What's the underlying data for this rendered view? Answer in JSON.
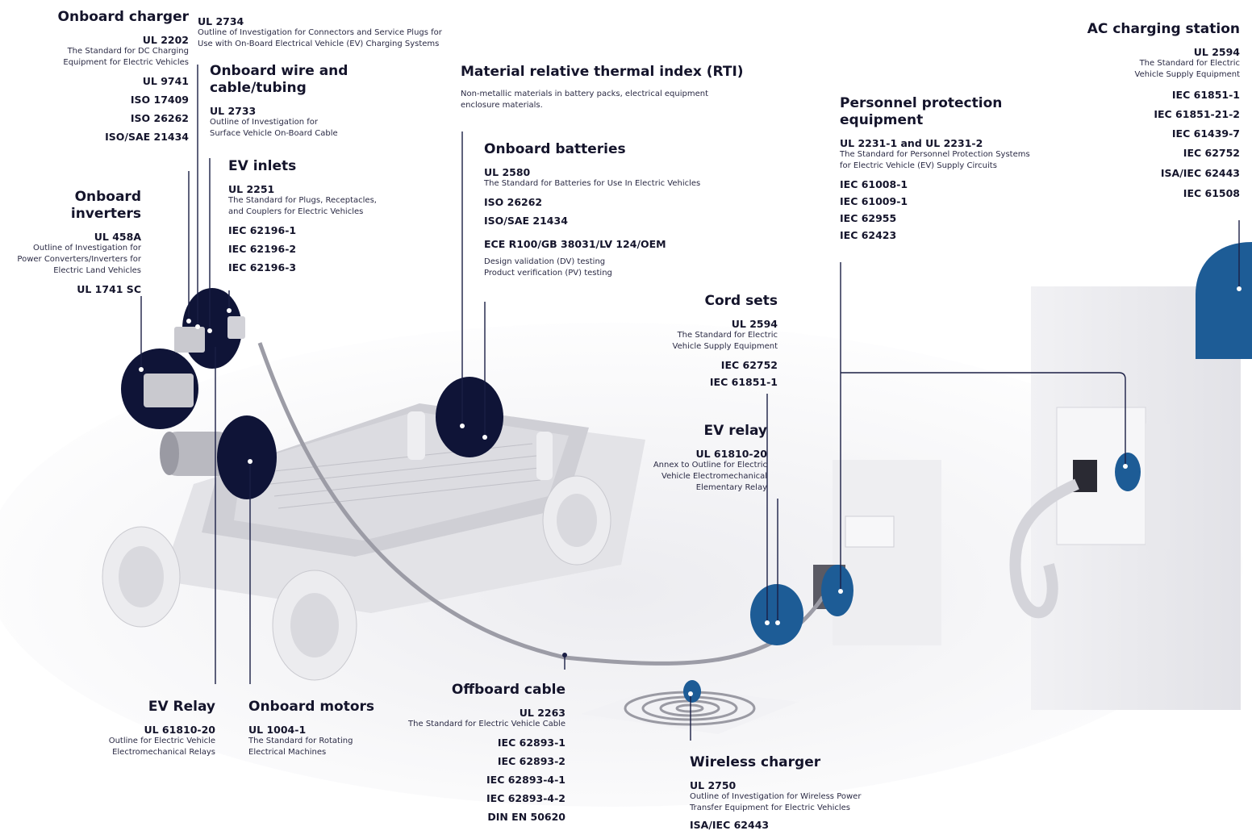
{
  "sections": {
    "onboard_charger": {
      "title": "Onboard charger",
      "s1": "UL 2202",
      "s1_desc": "The Standard for DC Charging\nEquipment for Electric Vehicles",
      "s2": "UL 9741",
      "s3": "ISO 17409",
      "s4": "ISO 26262",
      "s5": "ISO/SAE 21434"
    },
    "ul2734": {
      "code": "UL 2734",
      "desc": "Outline of Investigation for Connectors and Service Plugs for\nUse with On-Board Electrical Vehicle (EV) Charging Systems"
    },
    "onboard_wire": {
      "title": "Onboard wire and\ncable/tubing",
      "s1": "UL 2733",
      "s1_desc": "Outline of Investigation for\nSurface Vehicle On-Board Cable"
    },
    "ev_inlets": {
      "title": "EV inlets",
      "s1": "UL 2251",
      "s1_desc": "The Standard for Plugs, Receptacles,\nand Couplers for Electric Vehicles",
      "s2": "IEC 62196-1",
      "s3": "IEC 62196-2",
      "s4": "IEC 62196-3"
    },
    "onboard_inverters": {
      "title": "Onboard inverters",
      "s1": "UL 458A",
      "s1_desc": "Outline of Investigation for\nPower Converters/Inverters for\nElectric Land Vehicles",
      "s2": "UL 1741 SC"
    },
    "rti": {
      "title": "Material relative thermal index (RTI)",
      "desc": "Non-metallic materials in battery packs, electrical equipment\nenclosure materials."
    },
    "onboard_batteries": {
      "title": "Onboard batteries",
      "s1": "UL 2580",
      "s1_desc": "The Standard for Batteries for Use In Electric Vehicles",
      "s2": "ISO 26262",
      "s3": "ISO/SAE 21434",
      "s4": "ECE R100/GB 38031/LV 124/OEM",
      "note": "Design validation (DV) testing\nProduct verification (PV) testing"
    },
    "personnel": {
      "title": "Personnel protection\nequipment",
      "s1": "UL 2231-1 and UL 2231-2",
      "s1_desc": "The Standard for Personnel Protection Systems\nfor Electric Vehicle (EV) Supply Circuits",
      "s2": "IEC 61008-1",
      "s3": "IEC 61009-1",
      "s4": "IEC 62955",
      "s5": "IEC 62423"
    },
    "ac_station": {
      "title": "AC charging station",
      "s1": "UL 2594",
      "s1_desc": "The Standard for Electric\nVehicle Supply Equipment",
      "s2": "IEC 61851-1",
      "s3": "IEC 61851-21-2",
      "s4": "IEC 61439-7",
      "s5": "IEC 62752",
      "s6": "ISA/IEC 62443",
      "s7": "IEC 61508"
    },
    "cord_sets": {
      "title": "Cord sets",
      "s1": "UL 2594",
      "s1_desc": "The Standard for Electric\nVehicle Supply Equipment",
      "s2": "IEC 62752",
      "s3": "IEC 61851-1"
    },
    "ev_relay_right": {
      "title": "EV relay",
      "s1": "UL 61810-20",
      "s1_desc": "Annex to Outline for Electric\nVehicle Electromechanical\nElementary Relay"
    },
    "ev_relay_left": {
      "title": "EV Relay",
      "s1": "UL 61810-20",
      "s1_desc": "Outline for Electric Vehicle\nElectromechanical Relays"
    },
    "onboard_motors": {
      "title": "Onboard motors",
      "s1": "UL 1004-1",
      "s1_desc": "The Standard for Rotating\nElectrical Machines"
    },
    "offboard_cable": {
      "title": "Offboard cable",
      "s1": "UL 2263",
      "s1_desc": "The Standard for Electric Vehicle Cable",
      "s2": "IEC 62893-1",
      "s3": "IEC 62893-2",
      "s4": "IEC 62893-4-1",
      "s5": "IEC 62893-4-2",
      "s6": "DIN EN 50620"
    },
    "wireless": {
      "title": "Wireless charger",
      "s1": "UL 2750",
      "s1_desc": "Outline of Investigation for Wireless Power\nTransfer Equipment for Electric Vehicles",
      "s2": "ISA/IEC 62443"
    }
  },
  "colors": {
    "navy": "#0f1437",
    "blue": "#1d5c96",
    "text": "#14142b",
    "line": "#1b1f45"
  }
}
